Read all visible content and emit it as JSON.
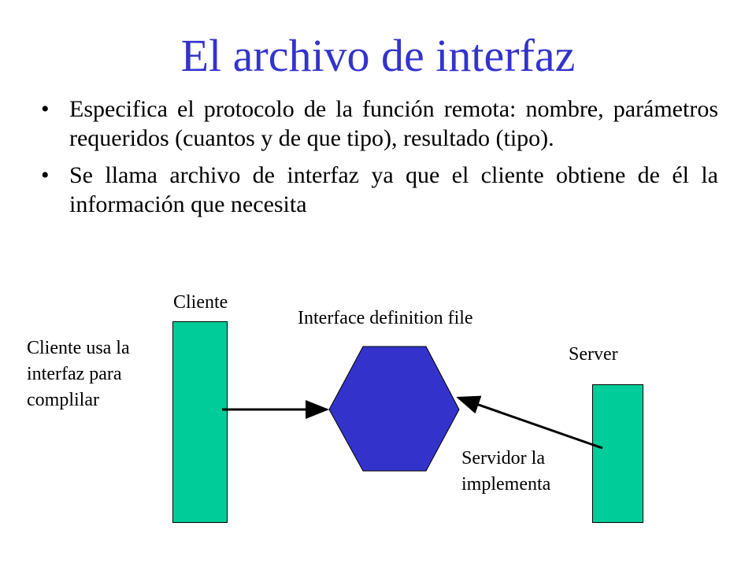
{
  "slide": {
    "title": "El archivo de interfaz",
    "bullet_glyph": "•",
    "bullets": [
      "Especifica el protocolo de la función remota: nombre, parámetros requeridos (cuantos y de que tipo), resultado (tipo).",
      "Se llama archivo de interfaz ya que el cliente obtiene de él la información que necesita"
    ]
  },
  "diagram": {
    "client_label": "Cliente",
    "idl_label": "Interface definition file",
    "server_label": "Server",
    "client_note": [
      "Cliente usa la",
      "interfaz para",
      "complilar"
    ],
    "server_note": [
      "Servidor la",
      "implementa"
    ]
  },
  "colors": {
    "title": "#3333cc",
    "bars": "#00cc99",
    "hexagon": "#3333cc"
  }
}
